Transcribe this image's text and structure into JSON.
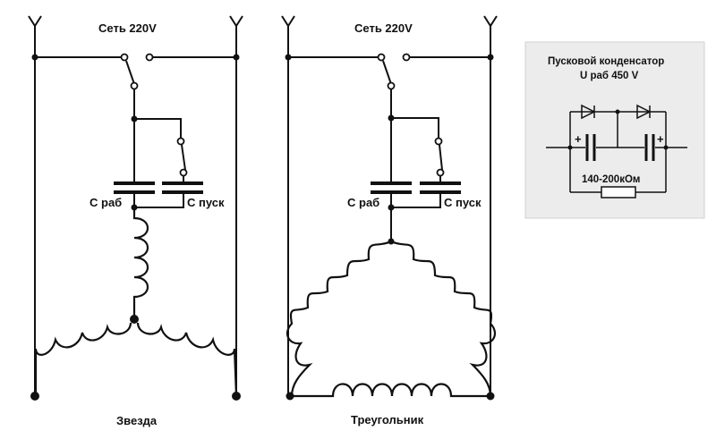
{
  "star": {
    "mains_label": "Сеть 220V",
    "c_work_label": "С раб",
    "c_start_label": "С пуск",
    "caption": "Звезда"
  },
  "triangle": {
    "mains_label": "Сеть 220V",
    "c_work_label": "С раб",
    "c_start_label": "С пуск",
    "caption": "Треугольник"
  },
  "inset": {
    "title_line1": "Пусковой конденсатор",
    "title_line2": "U раб 450 V",
    "plus_left": "+",
    "plus_right": "+",
    "resistor_label": "140-200кОм",
    "background": "#ececec"
  }
}
